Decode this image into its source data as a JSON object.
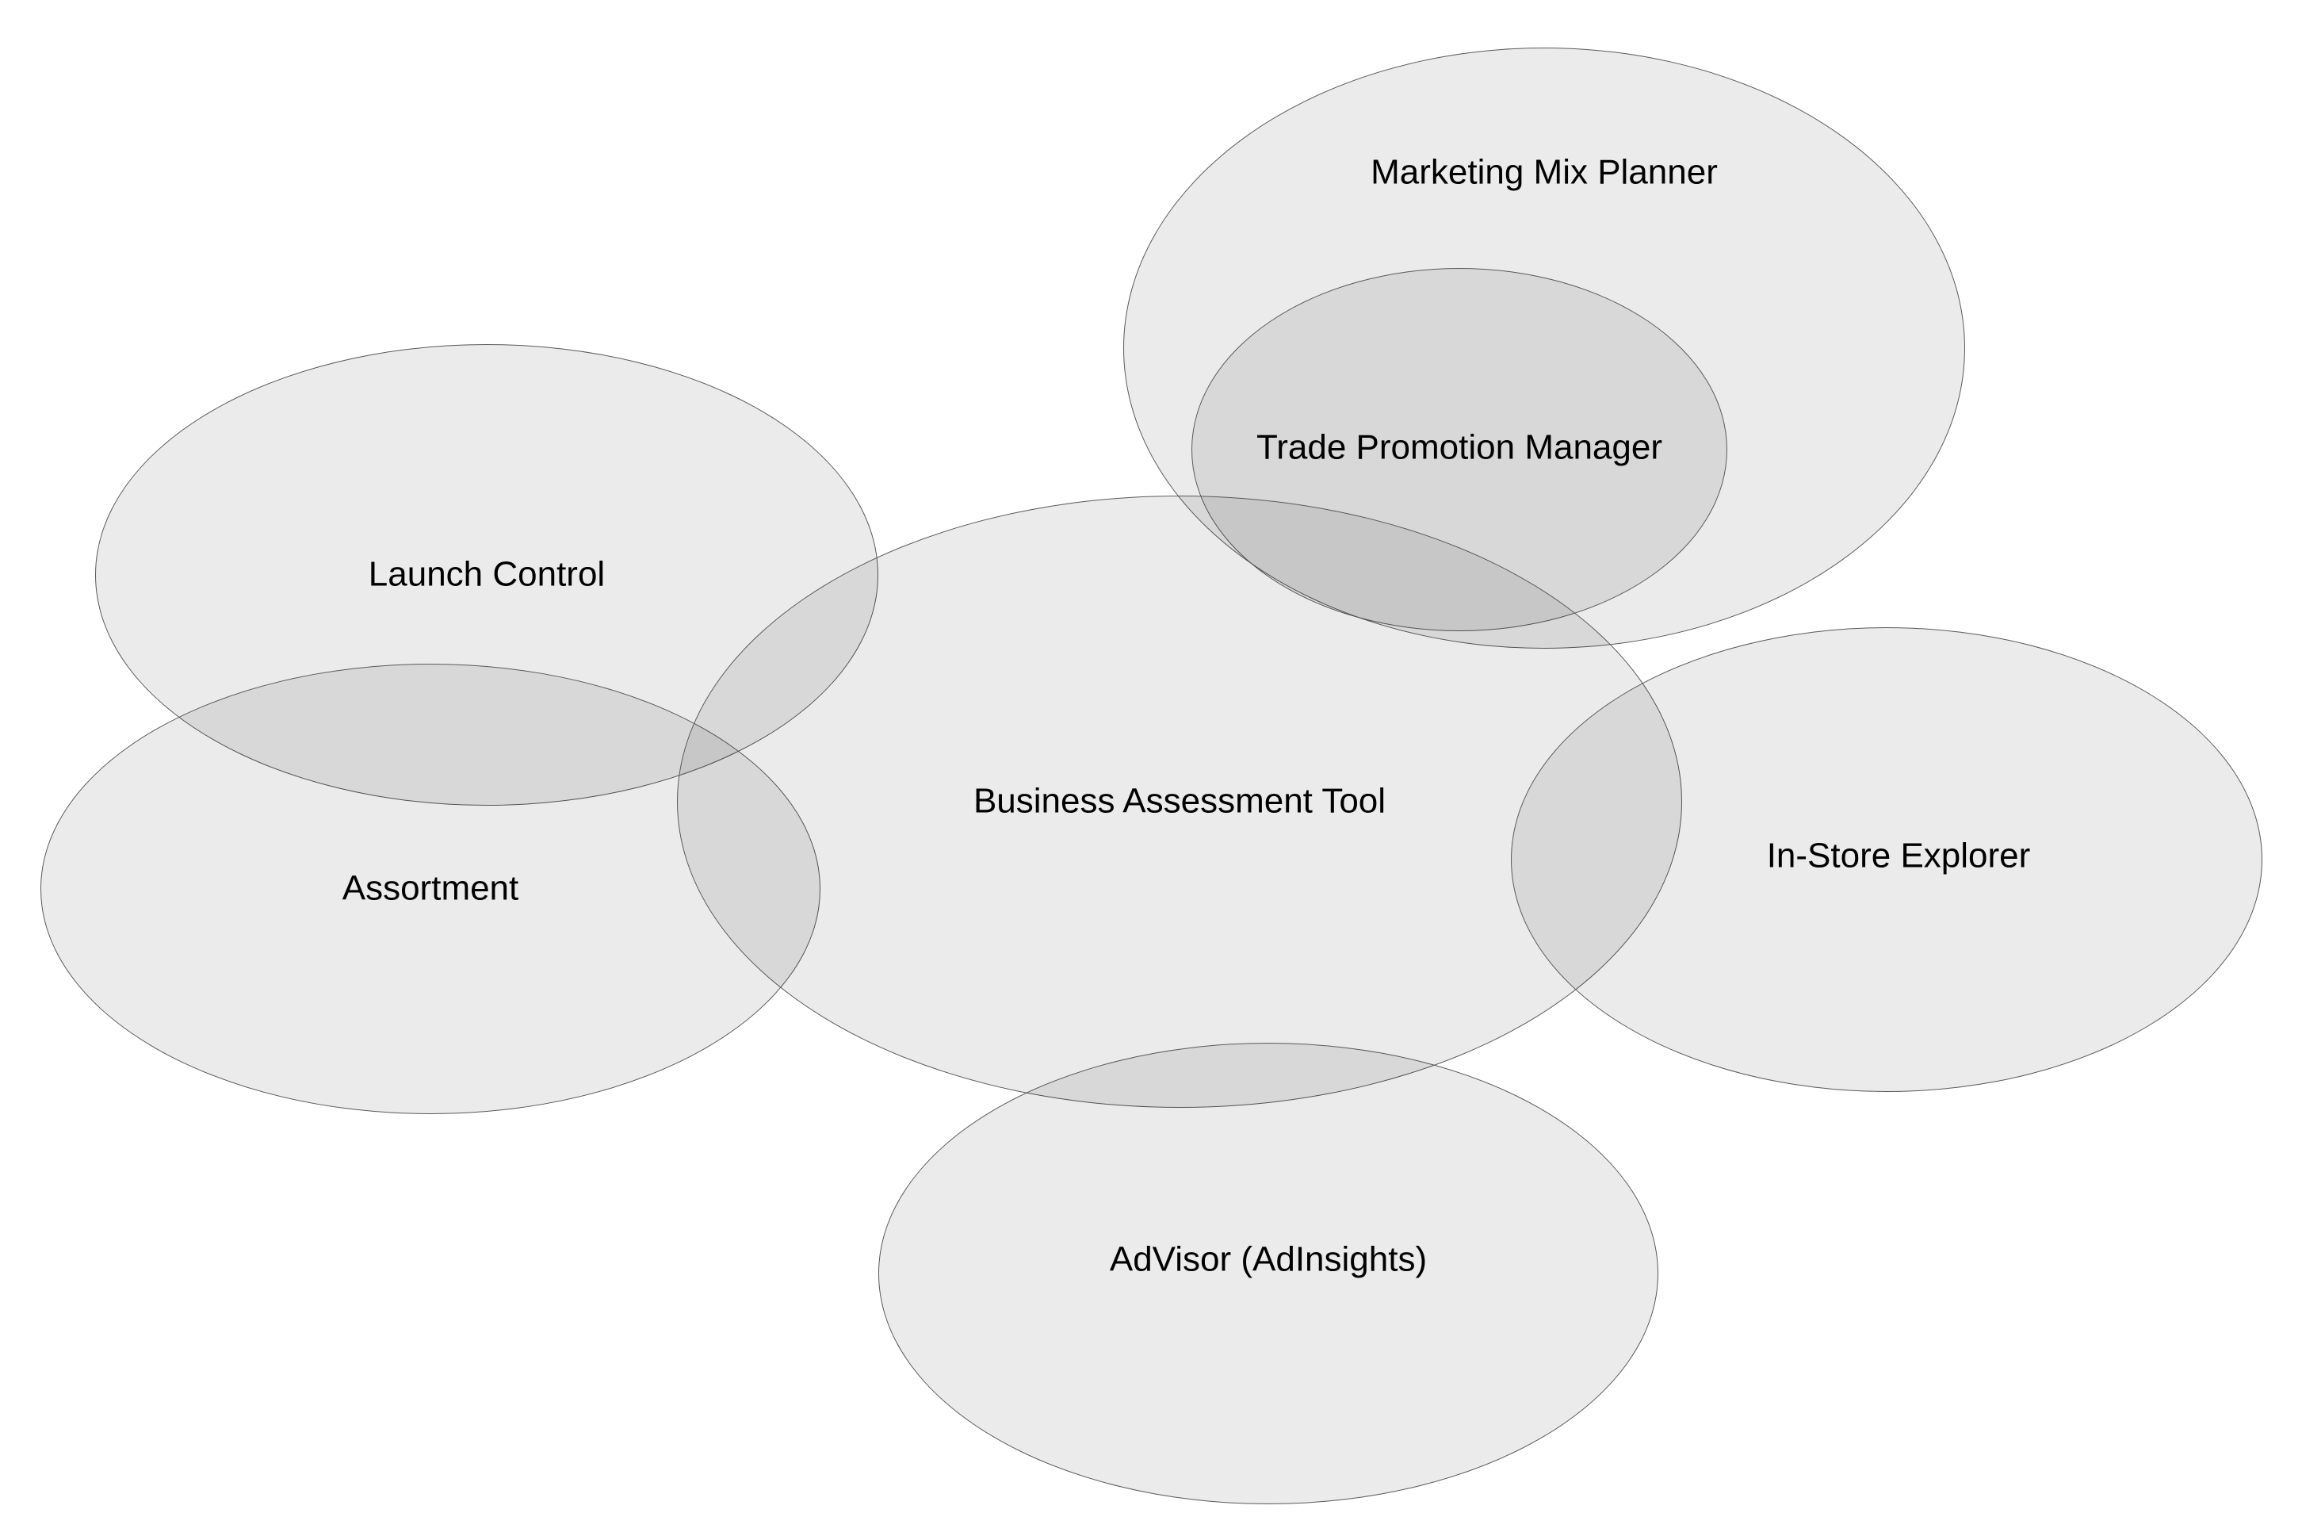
{
  "diagram": {
    "type": "venn-ellipse-diagram",
    "background_color": "#ffffff",
    "ellipse_fill": "rgba(0,0,0,0.08)",
    "ellipse_stroke_color": "#5a5a5a",
    "label_color": "#000000",
    "nodes": [
      {
        "id": "marketing-mix-planner",
        "label": "Marketing Mix Planner"
      },
      {
        "id": "trade-promotion-manager",
        "label": "Trade Promotion Manager"
      },
      {
        "id": "launch-control",
        "label": "Launch Control"
      },
      {
        "id": "assortment",
        "label": "Assortment"
      },
      {
        "id": "business-assessment-tool",
        "label": "Business Assessment Tool"
      },
      {
        "id": "in-store-explorer",
        "label": "In-Store Explorer"
      },
      {
        "id": "advisor-adinsights",
        "label": "AdVisor (AdInsights)"
      }
    ]
  }
}
